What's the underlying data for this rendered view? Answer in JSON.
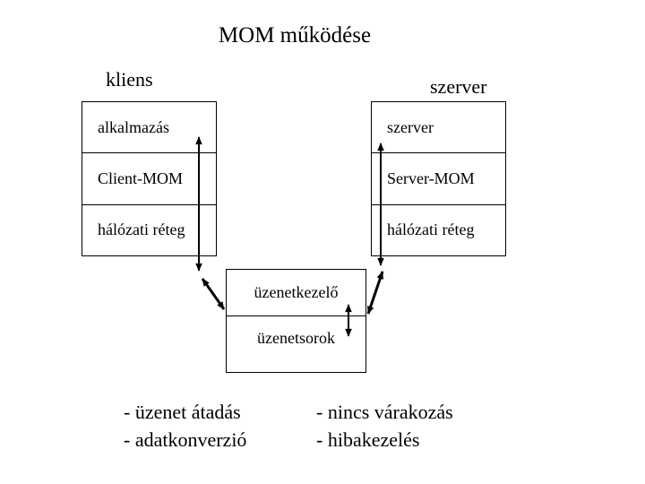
{
  "title": "MOM működése",
  "colors": {
    "background": "#ffffff",
    "ink": "#000000"
  },
  "headers": {
    "client": "kliens",
    "server": "szerver"
  },
  "client_stack": {
    "rows": [
      "alkalmazás",
      "Client-MOM",
      "hálózati réteg"
    ]
  },
  "server_stack": {
    "rows": [
      "szerver",
      "Server-MOM",
      "hálózati réteg"
    ]
  },
  "middle_stack": {
    "rows": [
      "üzenetkezelő",
      "üzenetsorok"
    ]
  },
  "notes": {
    "left": [
      "- üzenet átadás",
      "- adatkonverzió"
    ],
    "right": [
      "- nincs várakozás",
      "- hibakezelés"
    ]
  }
}
